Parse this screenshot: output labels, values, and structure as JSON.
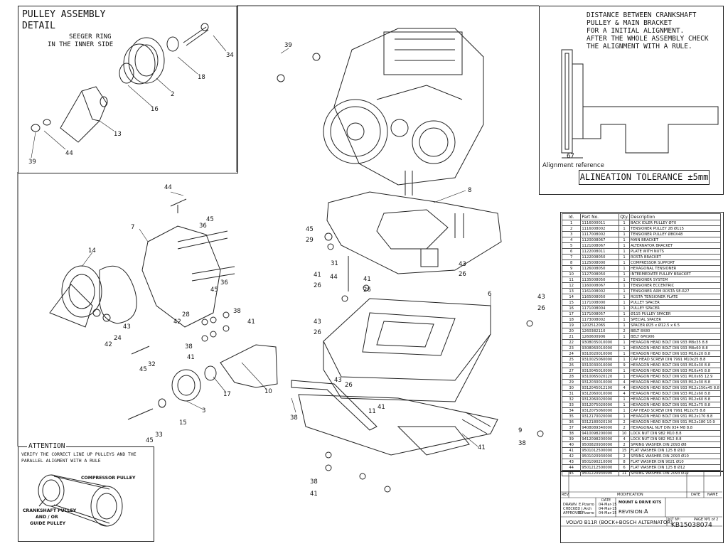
{
  "pulley_detail": {
    "title1": "PULLEY ASSEMBLY",
    "title2": "DETAIL",
    "seeger1": "SEEGER RING",
    "seeger2": "IN THE INNER SIDE"
  },
  "distance_note": {
    "l1": "DISTANCE BETWEEN CRANKSHAFT",
    "l2": "PULLEY & MAIN BRACKET",
    "l3": "FOR A INITIAL ALIGNMENT.",
    "l4": "AFTER THE WHOLE ASSEMBLY CHECK",
    "l5": "THE ALIGNMENT WITH A RULE.",
    "dim": "67",
    "ref": "Alignment reference"
  },
  "tolerance": "ALINEATION TOLERANCE ±5mm",
  "attention": {
    "title": "ATTENTION",
    "l1": "VERIFY THE CORRECT LINE UP PULLEYS AND THE",
    "l2": "PARALLEL ALIGMENT WITH A RULE",
    "compressor": "COMPRESSOR PULLEY",
    "crank1": "CRANKSHAFT PULLEY",
    "crank2": "AND / OR",
    "crank3": "GUIDE PULLEY"
  },
  "callouts": [
    "34",
    "18",
    "2",
    "16",
    "13",
    "44",
    "39",
    "39",
    "44",
    "45",
    "36",
    "7",
    "14",
    "45",
    "36",
    "28",
    "42",
    "24",
    "43",
    "42",
    "38",
    "41",
    "38",
    "41",
    "32",
    "45",
    "17",
    "10",
    "3",
    "15",
    "33",
    "45",
    "8",
    "45",
    "29",
    "31",
    "44",
    "41",
    "26",
    "41",
    "26",
    "43",
    "26",
    "6",
    "43",
    "26",
    "43",
    "26",
    "43",
    "26",
    "11",
    "41",
    "38",
    "9",
    "38",
    "41",
    "38",
    "41"
  ],
  "bom": {
    "headers": [
      "Id.",
      "Part No.",
      "Qty.",
      "Description"
    ],
    "rows": [
      [
        "1",
        "1116000011",
        "1",
        "BACK IDLER PULLEY Ø70"
      ],
      [
        "2",
        "1116008002",
        "1",
        "TENSIONER PULLEY 2B Ø115"
      ],
      [
        "3",
        "1117008002",
        "1",
        "TENSIONER PULLEY Ø80X48"
      ],
      [
        "4",
        "1120008067",
        "1",
        "MAIN BRACKET"
      ],
      [
        "5",
        "1121008067",
        "1",
        "ALTERNATOR BRACKET"
      ],
      [
        "6",
        "1122008011",
        "1",
        "PLATE WITH NUTS"
      ],
      [
        "7",
        "1122008050",
        "1",
        "ROSTA BRACKET"
      ],
      [
        "8",
        "1125008000",
        "1",
        "COMPRESSOR SUPPORT"
      ],
      [
        "9",
        "1126008050",
        "1",
        "HEXAGONAL TENSIONER"
      ],
      [
        "10",
        "1127008050",
        "1",
        "INTERMEDIATE PULLEY BRACKET"
      ],
      [
        "11",
        "1135008050",
        "1",
        "TENSIONER SYSTEM"
      ],
      [
        "12",
        "1160008067",
        "1",
        "TENSIONER ECCENTRIC"
      ],
      [
        "13",
        "1161008002",
        "1",
        "TENSIONER ARM ROSTA SE-R27"
      ],
      [
        "14",
        "1165008050",
        "1",
        "ROSTA TENSIONER PLATE"
      ],
      [
        "15",
        "1171008000",
        "1",
        "PULLEY SPACER"
      ],
      [
        "16",
        "1171008004",
        "1",
        "PULLEY SPACER"
      ],
      [
        "17",
        "1171008057",
        "1",
        "Ø115 PULLEY SPACER"
      ],
      [
        "18",
        "1173008002",
        "1",
        "SPECIAL SPACER"
      ],
      [
        "19",
        "1202512065",
        "1",
        "SPACER Ø25 x Ø12.5 x 6.5"
      ],
      [
        "20",
        "1260382110",
        "2",
        "BELT 8X80"
      ],
      [
        "21",
        "1260600906",
        "1",
        "BELT 6PK906"
      ],
      [
        "22",
        "9308035010000",
        "1",
        "HEXAGON HEAD BOLT DIN 933 M8x35 8.8"
      ],
      [
        "23",
        "9308060010000",
        "1",
        "HEXAGON HEAD BOLT DIN 933 M8x60 8.8"
      ],
      [
        "24",
        "9310020010000",
        "1",
        "HEXAGON HEAD BOLT DIN 933 M10x20 8.8"
      ],
      [
        "25",
        "9310025060000",
        "1",
        "CAP HEAD SCREW DIN 7991 M10x25 8.8"
      ],
      [
        "26",
        "9310030010000",
        "9",
        "HEXAGON HEAD BOLT DIN 933 M10x30 8.8"
      ],
      [
        "27",
        "9310045010000",
        "1",
        "HEXAGON HEAD BOLT DIN 933 M10x45 8.8"
      ],
      [
        "28",
        "9310065020120",
        "1",
        "HEXAGON HEAD BOLT DIN 931 M10x65 12.9"
      ],
      [
        "29",
        "9312030010000",
        "4",
        "HEXAGON HEAD BOLT DIN 933 M12x30 8.8"
      ],
      [
        "30",
        "9312045012100",
        "4",
        "HEXAGON HEAD BOLT DIN 933 M12x150x45 8.8"
      ],
      [
        "31",
        "9312060010000",
        "4",
        "HEXAGON HEAD BOLT DIN 933 M12x60 8.8"
      ],
      [
        "32",
        "9312060020000",
        "1",
        "HEXAGON HEAD BOLT DIN 931 M12x60 8.8"
      ],
      [
        "33",
        "9312075020000",
        "1",
        "HEXAGON HEAD BOLT DIN 931 M12x75 8.8"
      ],
      [
        "34",
        "9312075060000",
        "1",
        "CAP HEAD SCREW DIN 7991 M12x75 8.8"
      ],
      [
        "35",
        "9312170020000",
        "1",
        "HEXAGON HEAD BOLT DIN 931 M12x170 8.8"
      ],
      [
        "36",
        "9312180020100",
        "2",
        "HEXAGON HEAD BOLT DIN 931 M12x180 10.9"
      ],
      [
        "37",
        "9408089340000",
        "2",
        "HEXAGONAL NUT DIN 934 M8 8.8"
      ],
      [
        "38",
        "9410098200000",
        "10",
        "LOCK NUT DIN 982 M10 8.8"
      ],
      [
        "39",
        "9412098200000",
        "4",
        "LOCK NUT DIN 982 M12 8.8"
      ],
      [
        "40",
        "9500820930000",
        "2",
        "SPRING WASHER DIN 2093 Ø8"
      ],
      [
        "41",
        "9501012500000",
        "15",
        "FLAT WASHER DIN 125 B Ø10"
      ],
      [
        "42",
        "9501020930000",
        "2",
        "SPRING WASHER DIN 2093 Ø10"
      ],
      [
        "43",
        "9501090210000",
        "8",
        "FLAT WASHER DIN 9021 Ø10"
      ],
      [
        "44",
        "9501212500000",
        "6",
        "FLAT WASHER DIN 125 B Ø12"
      ],
      [
        "45",
        "9501220930000",
        "11",
        "SPRING WASHER DIN 2093 Ø12"
      ]
    ]
  },
  "title_block": {
    "rev": "REV.",
    "modification": "MODIFICATION",
    "date": "DATE",
    "name": "NAME",
    "drawn": "DRAWN",
    "checked": "CHECKED",
    "approved": "APPROVED",
    "date_col": "DATE",
    "drawn_name": "E.Pizarro",
    "drawn_date": "04-Mar-15",
    "checked_name": "J.Arch",
    "checked_date": "04-Mar-15",
    "approved_name": "E.Pizarro",
    "approved_date": "04-Mar-15",
    "company": "MOUNT & DRIVE KITS",
    "revision_label": "REVISION:",
    "revision": "A",
    "kit_label": "KIT Nº:",
    "kit_no": "KB15038074",
    "page_label": "PAGE Nº:",
    "page": "1 of 2",
    "vehicle": "VOLVO B11R (BOCK+BOSCH ALTERNATOR)"
  }
}
